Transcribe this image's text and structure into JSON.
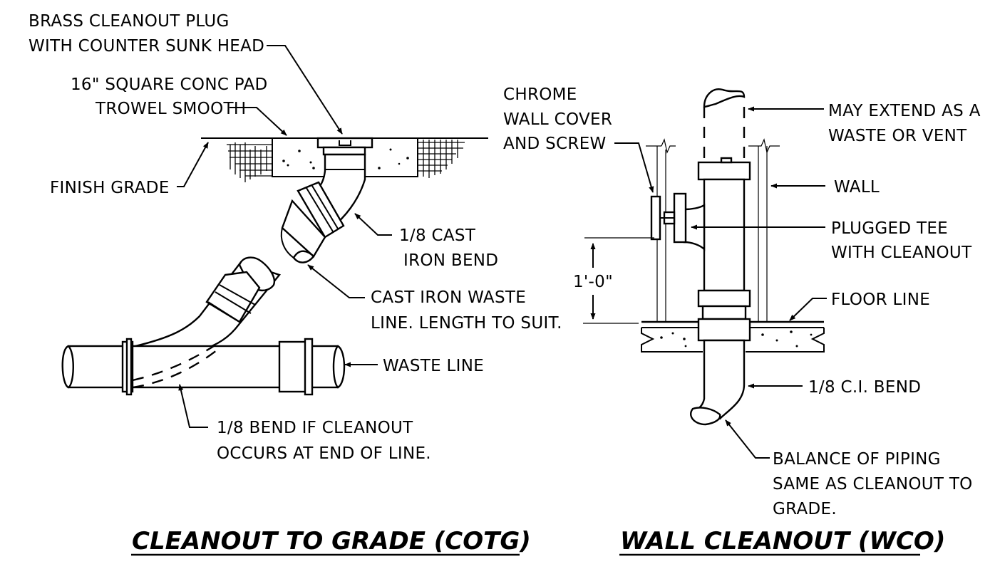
{
  "left_detail": {
    "title": "CLEANOUT TO GRADE (COTG)",
    "labels": {
      "brass_plug_1": "BRASS CLEANOUT PLUG",
      "brass_plug_2": "WITH COUNTER SUNK HEAD",
      "pad_1": "16\" SQUARE CONC PAD",
      "pad_2": "TROWEL SMOOTH",
      "finish_grade": "FINISH GRADE",
      "cast_bend_1": "1/8 CAST",
      "cast_bend_2": "IRON BEND",
      "waste_line_ci_1": "CAST IRON WASTE",
      "waste_line_ci_2": "LINE. LENGTH TO SUIT.",
      "waste_line": "WASTE LINE",
      "end_bend_1": "1/8 BEND IF CLEANOUT",
      "end_bend_2": "OCCURS AT END OF LINE."
    }
  },
  "right_detail": {
    "title": "WALL CLEANOUT (WCO)",
    "labels": {
      "chrome_1": "CHROME",
      "chrome_2": "WALL COVER",
      "chrome_3": "AND SCREW",
      "extend_1": "MAY EXTEND AS A",
      "extend_2": "WASTE OR VENT",
      "wall": "WALL",
      "tee_1": "PLUGGED TEE",
      "tee_2": "WITH CLEANOUT",
      "dimension": "1'-0\"",
      "floor_line": "FLOOR LINE",
      "ci_bend": "1/8 C.I. BEND",
      "balance_1": "BALANCE OF PIPING",
      "balance_2": "SAME AS CLEANOUT TO",
      "balance_3": "GRADE."
    }
  }
}
